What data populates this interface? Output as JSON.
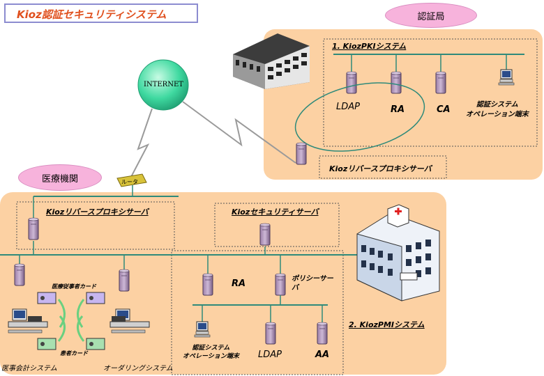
{
  "title": "Kioz認証セキュリティシステム",
  "ca_site": {
    "label": "認証局",
    "pki_system": "1. KiozPKIシステム",
    "servers": {
      "ldap": "LDAP",
      "ra": "RA",
      "ca": "CA"
    },
    "terminal": "認証システム\nオペレーション端末",
    "reverse_proxy": "Kiozリバースプロキシサーバ"
  },
  "internet": "INTERNET",
  "router": "ルータ",
  "hospital": {
    "label": "医療機関",
    "reverse_proxy": "Kiozリバースプロキシサーバ",
    "security_server": "Kiozセキュリティサーバ",
    "ra": "RA",
    "policy_server": "ポリシーサー\nバ",
    "pmi_system": "2. KiozPMIシステム",
    "terminal": "認証システム\nオペレーション端末",
    "ldap": "LDAP",
    "aa": "AA",
    "staff_card": "医療従事者カード",
    "patient_card": "患者カード",
    "accounting_system": "医事会計システム",
    "ordering_system": "オーダリングシステム"
  },
  "colors": {
    "orange_panel": "#fcd1a3",
    "pink_label": "#f7b3dc",
    "network_line": "#2e8a7a",
    "internet_globe": "#3fd9a0"
  }
}
